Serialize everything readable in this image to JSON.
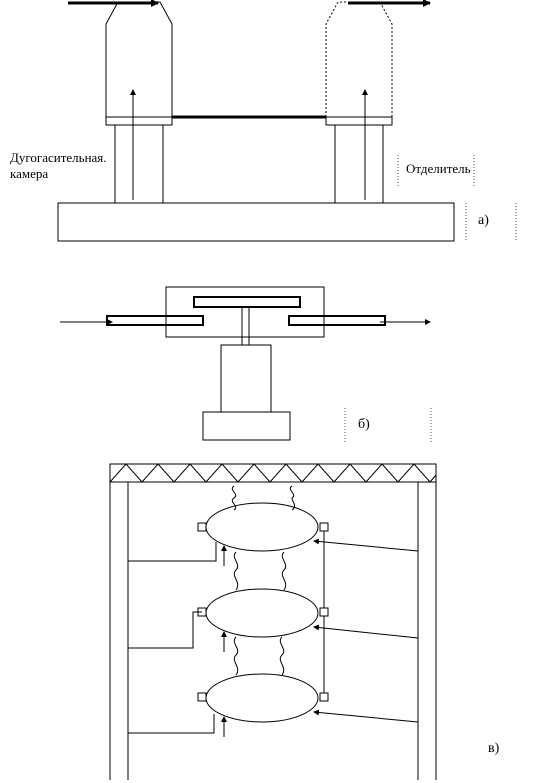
{
  "labels": {
    "arc_chamber_line1": "Дугогасительная.",
    "arc_chamber_line2": "камера",
    "disconnector": "Отделитель",
    "part_a": "а)",
    "part_b": "б)",
    "part_c": "в)"
  },
  "colors": {
    "line": "#000000",
    "background": "#ffffff",
    "dotted": "#555555"
  }
}
